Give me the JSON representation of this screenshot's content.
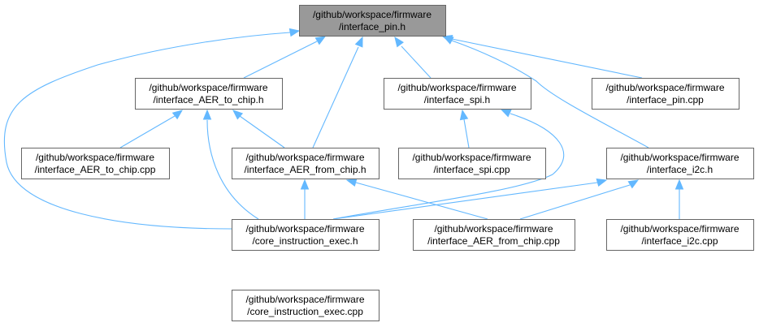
{
  "nodes": [
    {
      "id": "interface_pin_h",
      "line1": "/github/workspace/firmware",
      "line2": "/interface_pin.h",
      "root": true
    },
    {
      "id": "interface_AER_to_chip_h",
      "line1": "/github/workspace/firmware",
      "line2": "/interface_AER_to_chip.h"
    },
    {
      "id": "interface_spi_h",
      "line1": "/github/workspace/firmware",
      "line2": "/interface_spi.h"
    },
    {
      "id": "interface_pin_cpp",
      "line1": "/github/workspace/firmware",
      "line2": "/interface_pin.cpp"
    },
    {
      "id": "interface_AER_to_chip_cpp",
      "line1": "/github/workspace/firmware",
      "line2": "/interface_AER_to_chip.cpp"
    },
    {
      "id": "interface_AER_from_chip_h",
      "line1": "/github/workspace/firmware",
      "line2": "/interface_AER_from_chip.h"
    },
    {
      "id": "interface_spi_cpp",
      "line1": "/github/workspace/firmware",
      "line2": "/interface_spi.cpp"
    },
    {
      "id": "interface_i2c_h",
      "line1": "/github/workspace/firmware",
      "line2": "/interface_i2c.h"
    },
    {
      "id": "core_instruction_exec_h",
      "line1": "/github/workspace/firmware",
      "line2": "/core_instruction_exec.h"
    },
    {
      "id": "interface_AER_from_chip_cpp",
      "line1": "/github/workspace/firmware",
      "line2": "/interface_AER_from_chip.cpp"
    },
    {
      "id": "interface_i2c_cpp",
      "line1": "/github/workspace/firmware",
      "line2": "/interface_i2c.cpp"
    },
    {
      "id": "core_instruction_exec_cpp",
      "line1": "/github/workspace/firmware",
      "line2": "/core_instruction_exec.cpp"
    }
  ],
  "edges": [
    {
      "from": "interface_AER_to_chip_h",
      "to": "interface_pin_h"
    },
    {
      "from": "interface_AER_from_chip_h",
      "to": "interface_pin_h"
    },
    {
      "from": "interface_spi_h",
      "to": "interface_pin_h"
    },
    {
      "from": "interface_pin_cpp",
      "to": "interface_pin_h"
    },
    {
      "from": "interface_i2c_h",
      "to": "interface_pin_h"
    },
    {
      "from": "core_instruction_exec_h",
      "to": "interface_pin_h"
    },
    {
      "from": "interface_AER_to_chip_cpp",
      "to": "interface_AER_to_chip_h"
    },
    {
      "from": "interface_AER_from_chip_h",
      "to": "interface_AER_to_chip_h"
    },
    {
      "from": "core_instruction_exec_h",
      "to": "interface_AER_to_chip_h"
    },
    {
      "from": "interface_spi_cpp",
      "to": "interface_spi_h"
    },
    {
      "from": "core_instruction_exec_h",
      "to": "interface_spi_h"
    },
    {
      "from": "core_instruction_exec_h",
      "to": "interface_AER_from_chip_h"
    },
    {
      "from": "interface_AER_from_chip_cpp",
      "to": "interface_AER_from_chip_h"
    },
    {
      "from": "core_instruction_exec_h",
      "to": "interface_i2c_h"
    },
    {
      "from": "interface_AER_from_chip_cpp",
      "to": "interface_i2c_h"
    },
    {
      "from": "interface_i2c_cpp",
      "to": "interface_i2c_h"
    },
    {
      "from": "core_instruction_exec_cpp",
      "to": "core_instruction_exec_h"
    }
  ],
  "colors": {
    "edge": "#63b8ff",
    "node_border": "#666666",
    "root_fill": "#999999",
    "node_fill": "#ffffff"
  }
}
